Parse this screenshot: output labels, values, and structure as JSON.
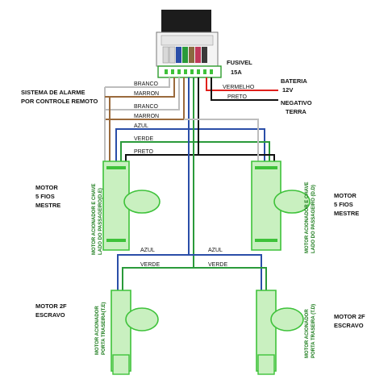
{
  "colors": {
    "white_wire": "#bdbdbd",
    "brown_wire": "#9a6a3c",
    "red_wire": "#e0201c",
    "black_wire": "#111111",
    "blue_wire": "#2a4ea8",
    "green_wire": "#2a9a3a",
    "motor_fill": "#c9f0c0",
    "motor_stroke": "#3ec23a",
    "connector_frame": "#222222"
  },
  "connector": {
    "fuse_label": "FUSIVEL",
    "fuse_rating": "15A"
  },
  "battery": {
    "title": "BATERIA",
    "voltage": "12V",
    "wire_red": "VERMELHO",
    "wire_black": "PRETO"
  },
  "ground": {
    "title": "NEGATIVO",
    "subtitle": "TERRA"
  },
  "alarm": {
    "line1": "SISTEMA DE ALARME",
    "line2": "POR CONTROLE REMOTO",
    "wires": [
      "BRANCO",
      "MARRON",
      "BRANCO",
      "MARRON"
    ]
  },
  "bus_wires": [
    "AZUL",
    "VERDE",
    "PRETO"
  ],
  "motor_left_master": {
    "line1": "MOTOR",
    "line2": "5 FIOS",
    "line3": "MESTRE",
    "body_line1": "MOTOR ACIONADOR E CHAVE",
    "body_line2": "LADO DO PASSAGEIRO(D.E)"
  },
  "motor_right_master": {
    "line1": "MOTOR",
    "line2": "5 FIOS",
    "line3": "MESTRE",
    "body_line1": "MOTOR ACIONADOR E CHAVE",
    "body_line2": "LADO DO PASSAGEIRO (D.D)"
  },
  "slave_wires": {
    "left_blue": "AZUL",
    "right_blue": "AZUL",
    "left_green": "VERDE",
    "right_green": "VERDE"
  },
  "motor_left_slave": {
    "line1": "MOTOR 2F",
    "line2": "ESCRAVO",
    "body_line1": "MOTOR ACIONADOR",
    "body_line2": "PORTA TRASEIRA(T.E)"
  },
  "motor_right_slave": {
    "line1": "MOTOR 2F",
    "line2": "ESCRAVO",
    "body_line1": "MOTOR ACIONADOR",
    "body_line2": "PORTA TRASEIRA (T.D)"
  }
}
